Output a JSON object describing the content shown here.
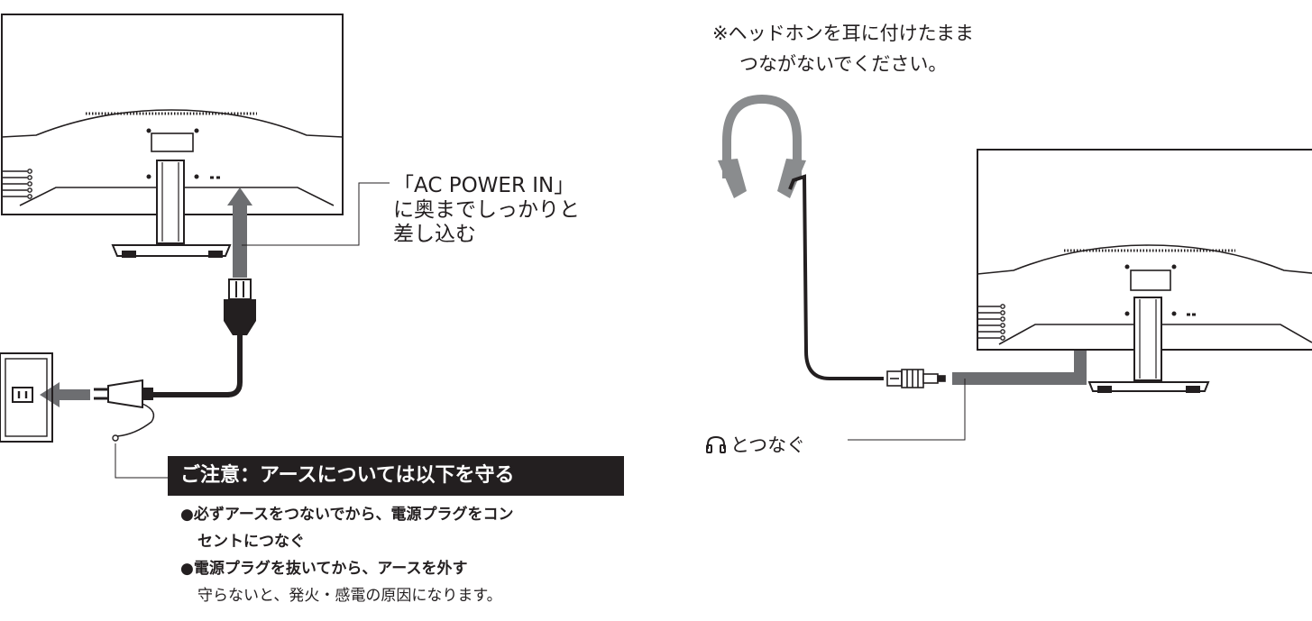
{
  "callout": {
    "line1": "「AC POWER IN」",
    "line2": "に奥までしっかりと",
    "line3": "差し込む"
  },
  "note": {
    "line1": "※ヘッドホンを耳に付けたまま",
    "line2": "つながないでください。"
  },
  "headphone_label": "とつなぐ",
  "warning": {
    "title": "ご注意：アースについては以下を守る",
    "item1_a": "●必ずアースをつないでから、電源プラグをコン",
    "item1_b": "セントにつなぐ",
    "item2": "●電源プラグを抜いてから、アースを外す",
    "item2_detail": "守らないと、発火・感電の原因になります。"
  },
  "icons": [
    "monitor-rear-icon",
    "power-cable-icon",
    "wall-outlet-icon",
    "headphones-icon",
    "audio-plug-icon",
    "headphone-symbol-icon",
    "connect-arrow-icon"
  ],
  "colors": {
    "ink": "#231f20",
    "arrow_gray": "#6d6e71",
    "headphone_gray": "#8a8c8e",
    "light_gray": "#bcbec0"
  }
}
